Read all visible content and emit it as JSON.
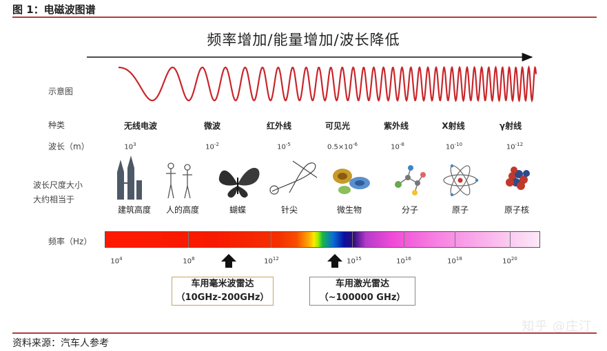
{
  "figure_title": "图 1：电磁波图谱",
  "headline": "频率增加/能量增加/波长降低",
  "rows": {
    "schematic": "示意图",
    "type": "种类",
    "wavelength": "波长（m）",
    "scale_line1": "波长尺度大小",
    "scale_line2": "大约相当于",
    "frequency": "频率（Hz）"
  },
  "types": [
    "无线电波",
    "微波",
    "红外线",
    "可见光",
    "紫外线",
    "X射线",
    "γ射线"
  ],
  "wavelengths": [
    {
      "base": "10",
      "exp": "3"
    },
    {
      "base": "10",
      "exp": "-2"
    },
    {
      "base": "10",
      "exp": "-5"
    },
    {
      "base": "0.5×10",
      "exp": "-6"
    },
    {
      "base": "10",
      "exp": "-8"
    },
    {
      "base": "10",
      "exp": "-10"
    },
    {
      "base": "10",
      "exp": "-12"
    }
  ],
  "objects": [
    "建筑高度",
    "人的高度",
    "蝴蝶",
    "针尖",
    "微生物",
    "分子",
    "原子",
    "原子核"
  ],
  "object_icons": [
    "building-icon",
    "people-icon",
    "butterfly-icon",
    "needle-icon",
    "microbe-icon",
    "molecule-icon",
    "atom-icon",
    "nucleus-icon"
  ],
  "freq_ticks": [
    {
      "base": "10",
      "exp": "4"
    },
    {
      "base": "10",
      "exp": "8"
    },
    {
      "base": "10",
      "exp": "12"
    },
    {
      "base": "10",
      "exp": "15"
    },
    {
      "base": "10",
      "exp": "16"
    },
    {
      "base": "10",
      "exp": "18"
    },
    {
      "base": "10",
      "exp": "20"
    }
  ],
  "radar1": {
    "line1": "车用毫米波雷达",
    "line2": "（10GHz-200GHz）"
  },
  "radar2": {
    "line1": "车用激光雷达",
    "line2": "（~100000 GHz）"
  },
  "watermark": "知乎 @庄汀",
  "source": "资料来源：汽车人参考",
  "colors": {
    "rule": "#b23a3a",
    "wave": "#c8262b",
    "radar1_border": "#caa264",
    "radar2_border": "#888888"
  }
}
